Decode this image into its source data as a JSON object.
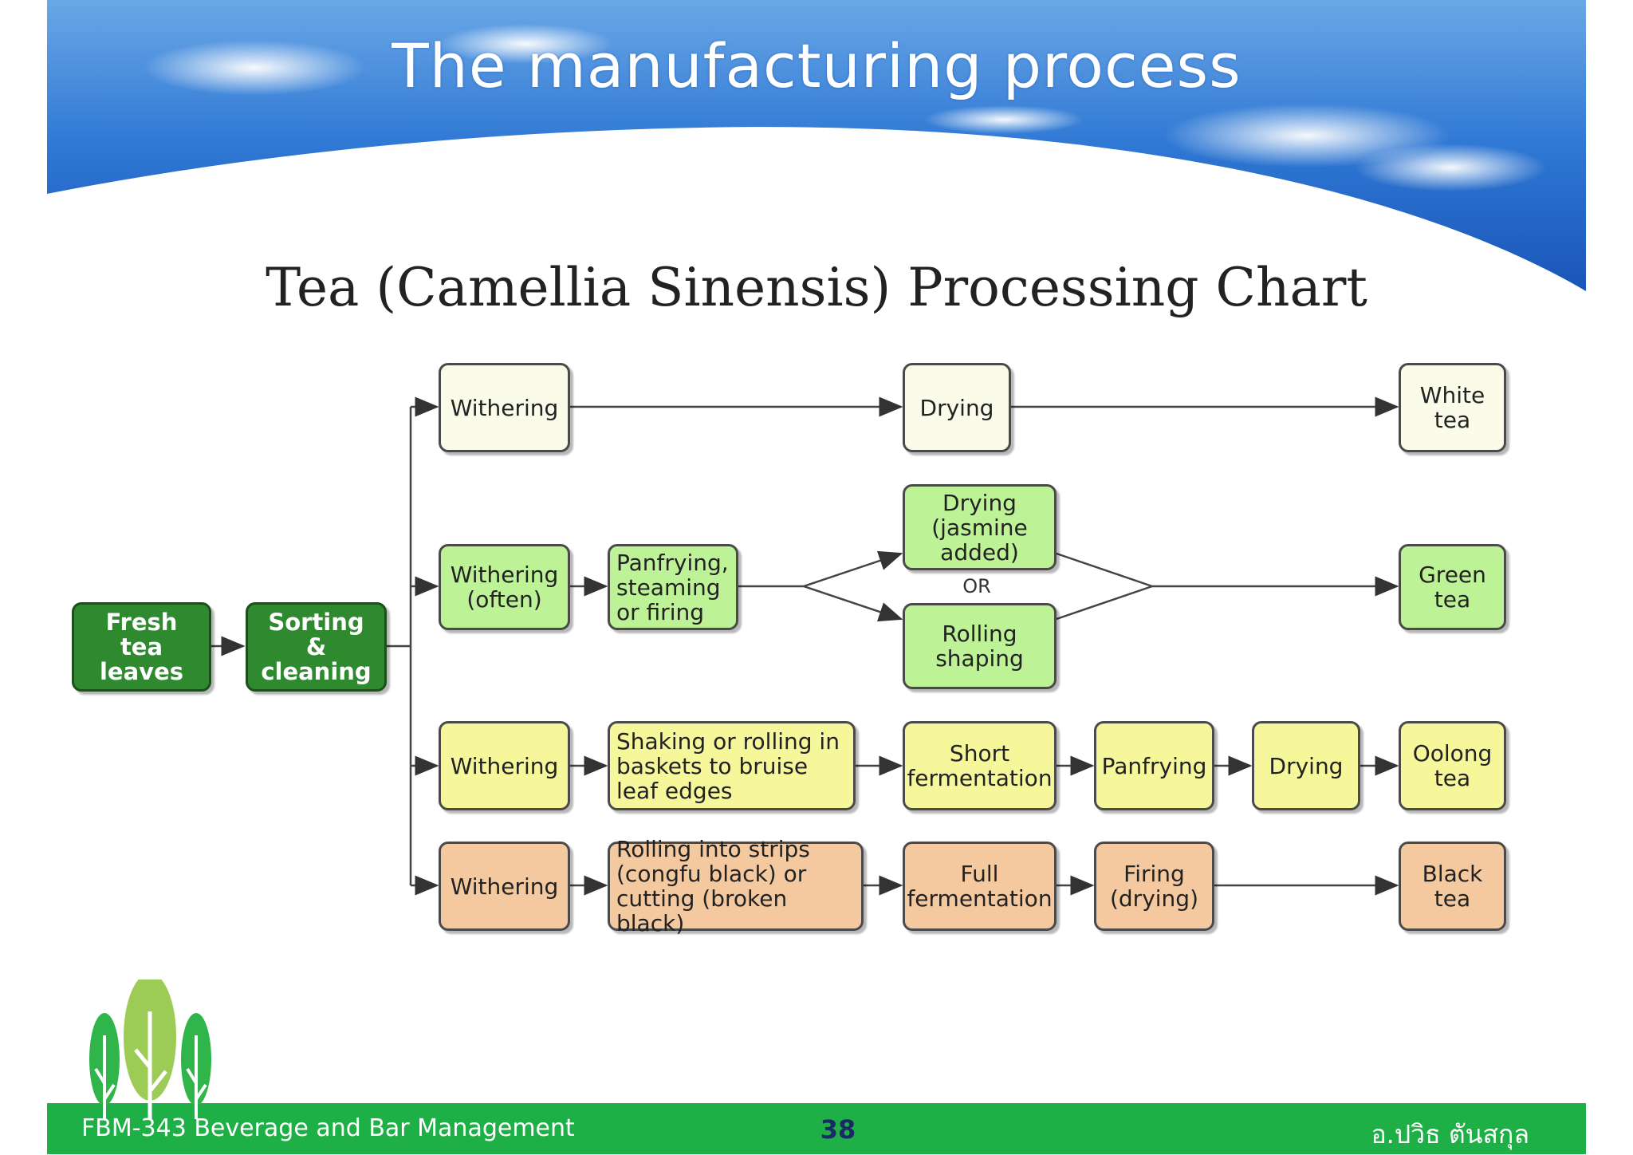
{
  "slide": {
    "title": "The manufacturing process",
    "chart_title": "Tea (Camellia Sinensis) Processing Chart"
  },
  "nodes": {
    "fresh": "Fresh tea\nleaves",
    "sorting": "Sorting &\ncleaning",
    "white_withering": "Withering",
    "white_drying": "Drying",
    "white_tea": "White\ntea",
    "green_withering": "Withering\n(often)",
    "green_panfrying": "Panfrying,\nsteaming\nor firing",
    "green_drying": "Drying\n(jasmine\nadded)",
    "green_or": "OR",
    "green_rolling": "Rolling\nshaping",
    "green_tea": "Green\ntea",
    "oolong_withering": "Withering",
    "oolong_shaking": "Shaking or rolling in\nbaskets to bruise\nleaf edges",
    "oolong_short_fermentation": "Short\nfermentation",
    "oolong_panfrying": "Panfrying",
    "oolong_drying": "Drying",
    "oolong_tea": "Oolong\ntea",
    "black_withering": "Withering",
    "black_rolling": "Rolling into strips\n(congfu black) or\ncutting (broken black)",
    "black_full_fermentation": "Full\nfermentation",
    "black_firing": "Firing\n(drying)",
    "black_tea": "Black\ntea"
  },
  "colors": {
    "dark_green": "#2f8a2f",
    "white": "#fbfbe9",
    "green": "#bdf296",
    "yellow": "#f6f69b",
    "orange": "#f4c99f",
    "footer": "#1faf47",
    "banner_blue": "#1f5fc4"
  },
  "footer": {
    "course": "FBM-343 Beverage and Bar Management",
    "page": "38",
    "author": "อ.ปวิธ ตันสกุล"
  }
}
